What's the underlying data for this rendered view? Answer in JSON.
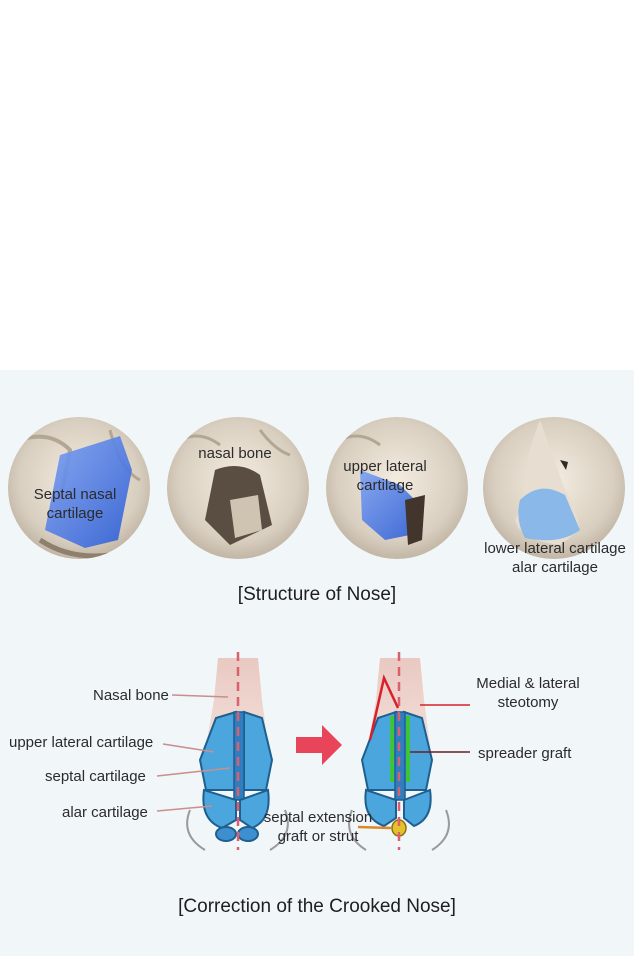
{
  "structure": {
    "title": "[Structure of Nose]",
    "images": [
      {
        "label_line1": "Septal nasal",
        "label_line2": "cartilage"
      },
      {
        "label_line1": "nasal bone"
      },
      {
        "label_line1": "upper lateral",
        "label_line2": "cartilage"
      },
      {
        "label_line1": "lower lateral cartilage",
        "label_line2": "alar cartilage"
      }
    ]
  },
  "correction": {
    "title": "[Correction of the Crooked Nose]",
    "left_labels": {
      "nasal_bone": "Nasal bone",
      "upper_lateral": "upper lateral cartilage",
      "septal": "septal cartilage",
      "alar": "alar cartilage"
    },
    "right_labels": {
      "osteotomy_line1": "Medial & lateral",
      "osteotomy_line2": "steotomy",
      "spreader": "spreader graft",
      "extension_line1": "septal extension",
      "extension_line2": "graft or strut"
    }
  },
  "colors": {
    "cartilage_blue": "#4aa6dc",
    "arrow_red": "#e8455a",
    "graft_green": "#3ec43a",
    "osteotomy_red": "#d8202a",
    "midline_red": "#d9606c"
  }
}
